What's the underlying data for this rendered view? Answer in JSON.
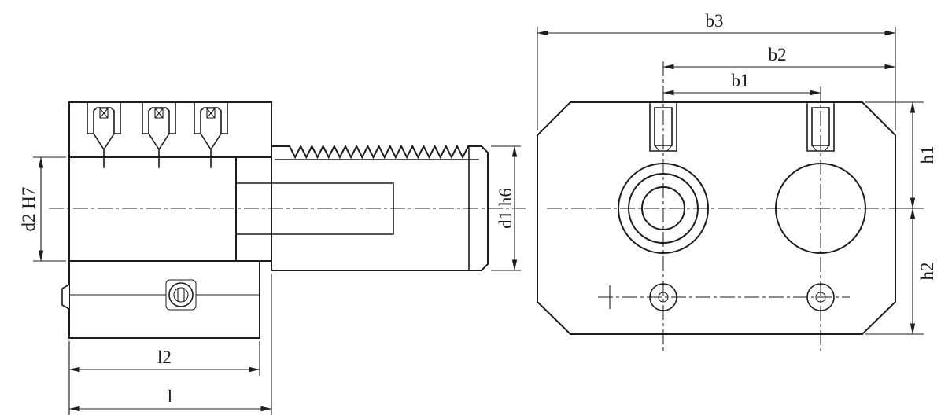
{
  "colors": {
    "background": "#ffffff",
    "line": "#1c1c1c"
  },
  "side_view": {
    "dim_labels": {
      "d2": "d2 H7",
      "d1": "d1 h6",
      "l2": "l2",
      "l": "l"
    }
  },
  "front_view": {
    "dim_labels": {
      "b3": "b3",
      "b2": "b2",
      "b1": "b1",
      "h1": "h1",
      "h2": "h2"
    }
  }
}
